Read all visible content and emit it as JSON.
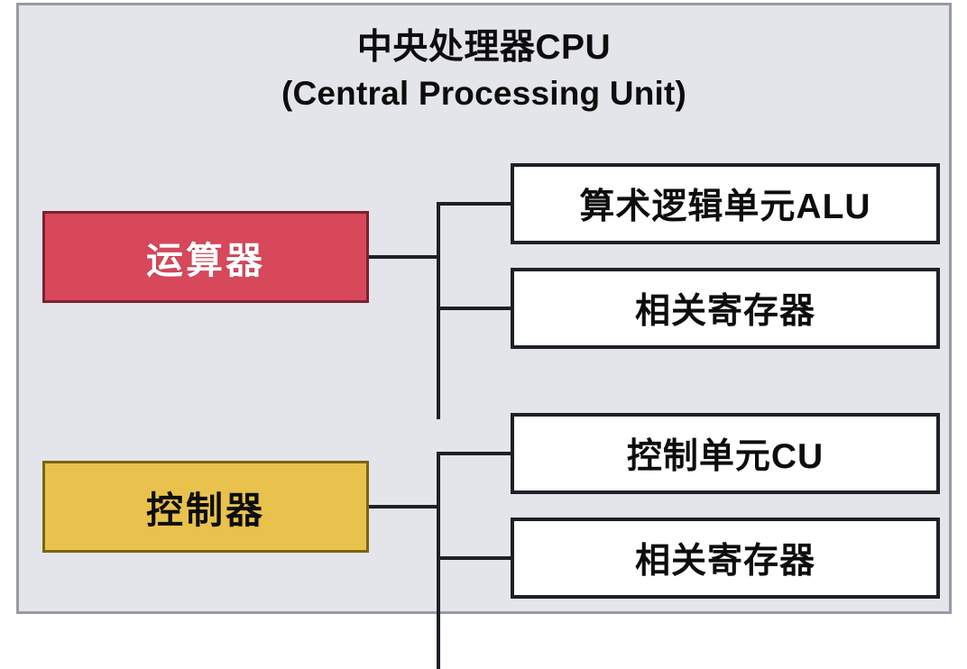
{
  "diagram": {
    "title": {
      "main": "中央处理器CPU",
      "sub": "(Central Processing Unit)"
    },
    "groups": [
      {
        "label": "运算器",
        "color": "#d8485b",
        "border_color": "#7c2230",
        "text_color": "#ffffff",
        "children": [
          {
            "label": "算术逻辑单元ALU"
          },
          {
            "label": "相关寄存器"
          }
        ]
      },
      {
        "label": "控制器",
        "color": "#e8c24c",
        "border_color": "#7d6413",
        "text_color": "#0d0d0d",
        "children": [
          {
            "label": "控制单元CU"
          },
          {
            "label": "相关寄存器"
          }
        ]
      }
    ],
    "background_color": "#e3e5ea",
    "frame_color": "#989aa6",
    "connector_color": "#1e2027",
    "leaf_fill_color": "#ffffff",
    "leaf_border_color": "#1e2027"
  }
}
